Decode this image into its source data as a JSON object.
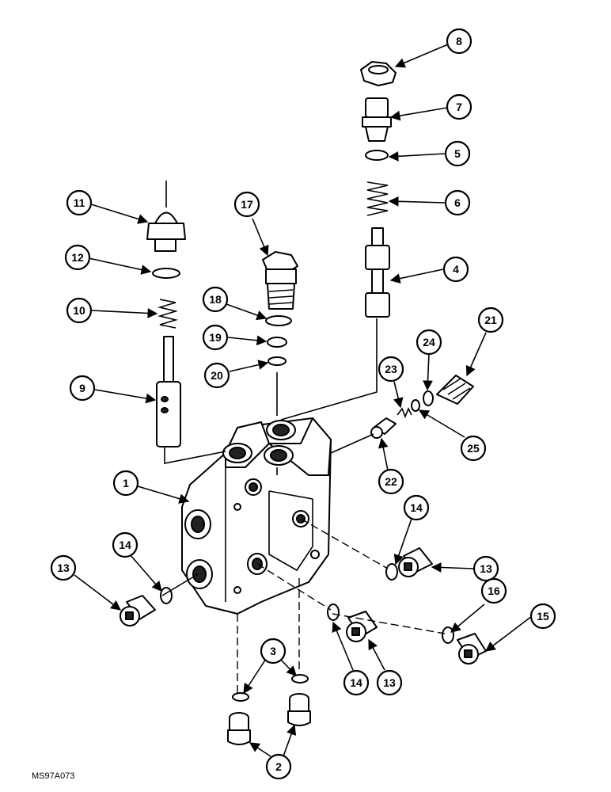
{
  "figure_code": "MS97A073",
  "callouts": [
    "1",
    "2",
    "2",
    "3",
    "3",
    "4",
    "5",
    "6",
    "7",
    "8",
    "9",
    "10",
    "11",
    "12",
    "13",
    "13",
    "13",
    "13",
    "14",
    "14",
    "14",
    "14",
    "15",
    "16",
    "17",
    "18",
    "19",
    "20",
    "21",
    "22",
    "23",
    "24",
    "25"
  ]
}
